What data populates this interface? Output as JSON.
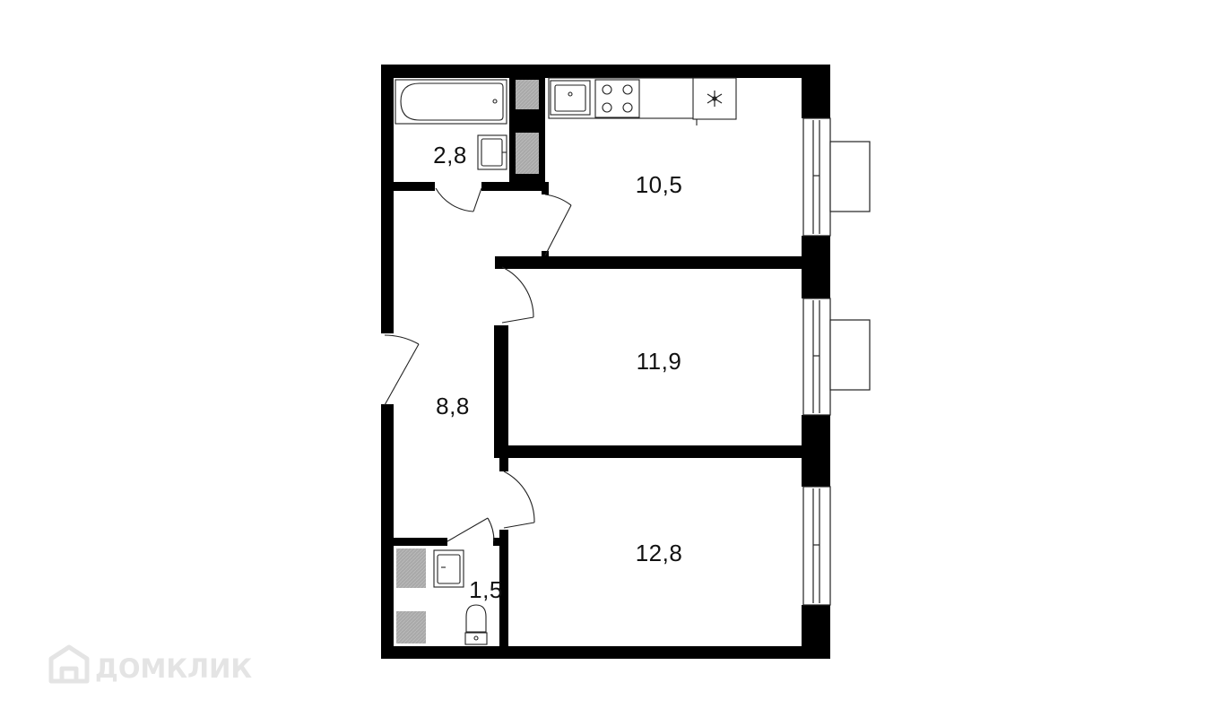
{
  "rooms": [
    {
      "id": "bathroom",
      "area": "2,8"
    },
    {
      "id": "kitchen",
      "area": "10,5"
    },
    {
      "id": "room-middle",
      "area": "11,9"
    },
    {
      "id": "hallway",
      "area": "8,8"
    },
    {
      "id": "room-bottom",
      "area": "12,8"
    },
    {
      "id": "toilet",
      "area": "1,5"
    }
  ],
  "watermark": {
    "text": "ДОМКЛИК"
  },
  "colors": {
    "wall": "#000000",
    "shaft": "#a9a9a9",
    "line": "#222222",
    "watermark": "#e4e4e4"
  },
  "icons": [
    "snowflake-icon",
    "watermark-logo-icon"
  ]
}
